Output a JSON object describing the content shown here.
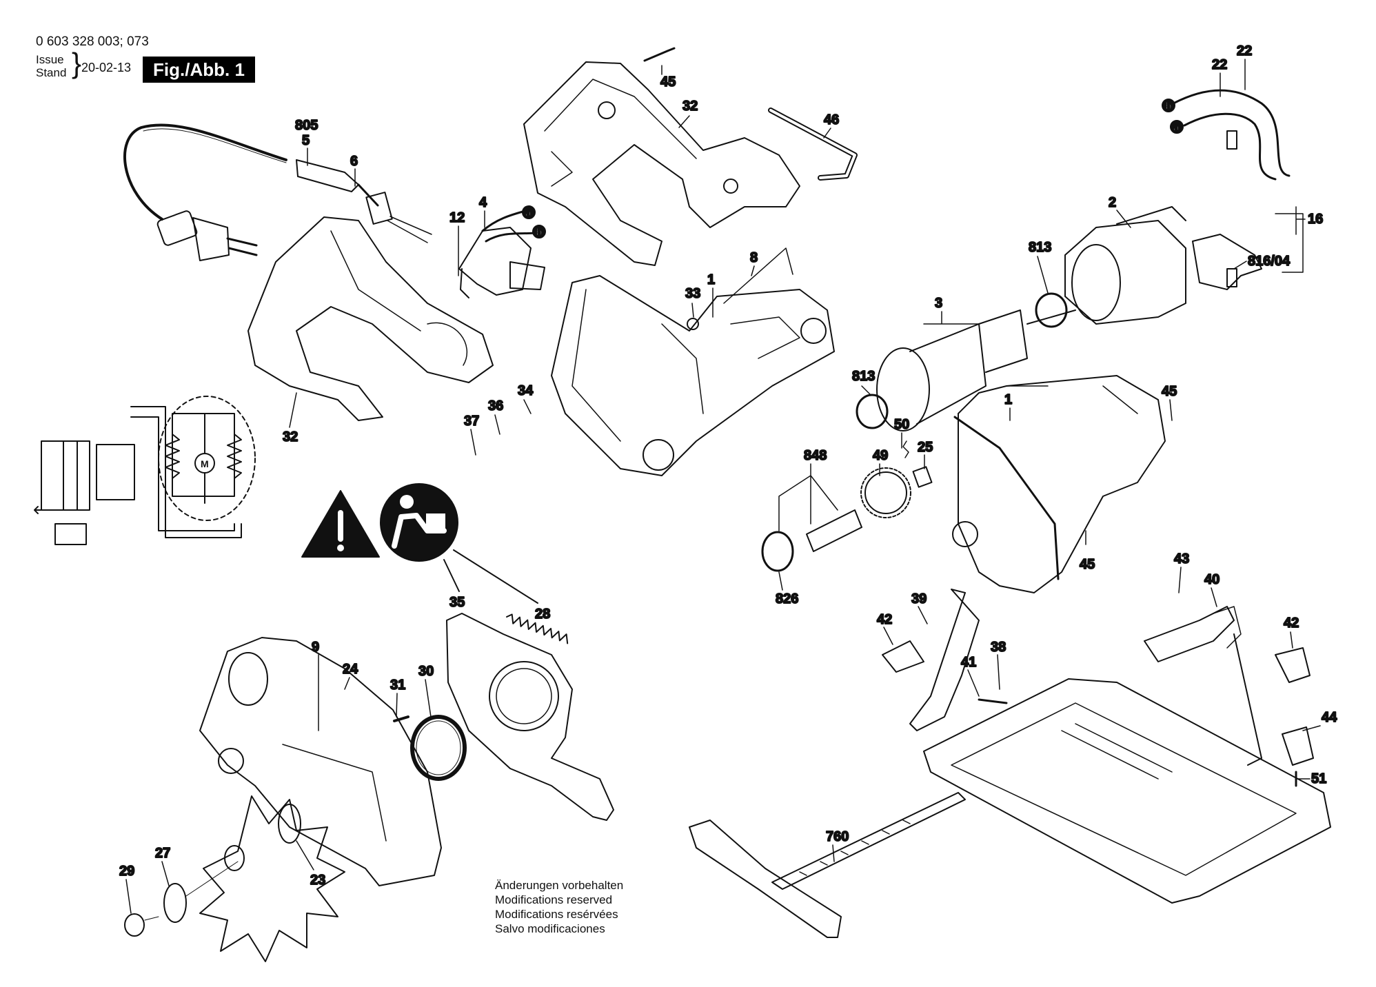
{
  "header": {
    "doc_number": "0 603 328 003;  073",
    "issue_label": "Issue",
    "stand_label": "Stand",
    "date": "20-02-13",
    "figure_label": "Fig./Abb. 1"
  },
  "notes": [
    "Änderungen vorbehalten",
    "Modifications reserved",
    "Modifications resérvées",
    "Salvo modificaciones"
  ],
  "wire_markers": {
    "a": "a",
    "b": "b"
  },
  "symbols": {
    "warning": "warning-triangle-icon",
    "manual": "read-manual-icon",
    "motor": "M"
  },
  "parts": {
    "p805": "805",
    "p5": "5",
    "p6": "6",
    "p4": "4",
    "p12": "12",
    "p45_top": "45",
    "p32_top": "32",
    "p46": "46",
    "p22a": "22",
    "p22b": "22",
    "p2": "2",
    "p16": "16",
    "p813_top": "813",
    "p816": "816/04",
    "p8": "8",
    "p33": "33",
    "p1_housing": "1",
    "p3": "3",
    "p813_mid": "813",
    "p1_motor": "1",
    "p45_mid": "45",
    "p45_low": "45",
    "p32_handle": "32",
    "p37": "37",
    "p36": "36",
    "p34": "34",
    "p50": "50",
    "p25": "25",
    "p848": "848",
    "p49": "49",
    "p826": "826",
    "p35": "35",
    "p28": "28",
    "p9": "9",
    "p24": "24",
    "p31": "31",
    "p30": "30",
    "p27": "27",
    "p29": "29",
    "p23": "23",
    "p42_left": "42",
    "p39": "39",
    "p41": "41",
    "p38": "38",
    "p43": "43",
    "p40": "40",
    "p42_right": "42",
    "p44": "44",
    "p51": "51",
    "p760": "760"
  }
}
